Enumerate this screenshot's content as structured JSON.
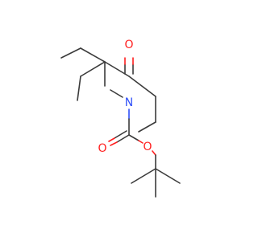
{
  "molecule": {
    "atoms": {
      "ketone_oxygen": {
        "symbol": "O",
        "color": "#ff1f1f"
      },
      "ring_nitrogen": {
        "symbol": "N",
        "color": "#3050f8"
      },
      "carbonyl_oxygen": {
        "symbol": "O",
        "color": "#ff1f1f"
      },
      "ester_oxygen": {
        "symbol": "O",
        "color": "#ff1f1f"
      }
    },
    "bond_color": "#3b3b3b"
  }
}
